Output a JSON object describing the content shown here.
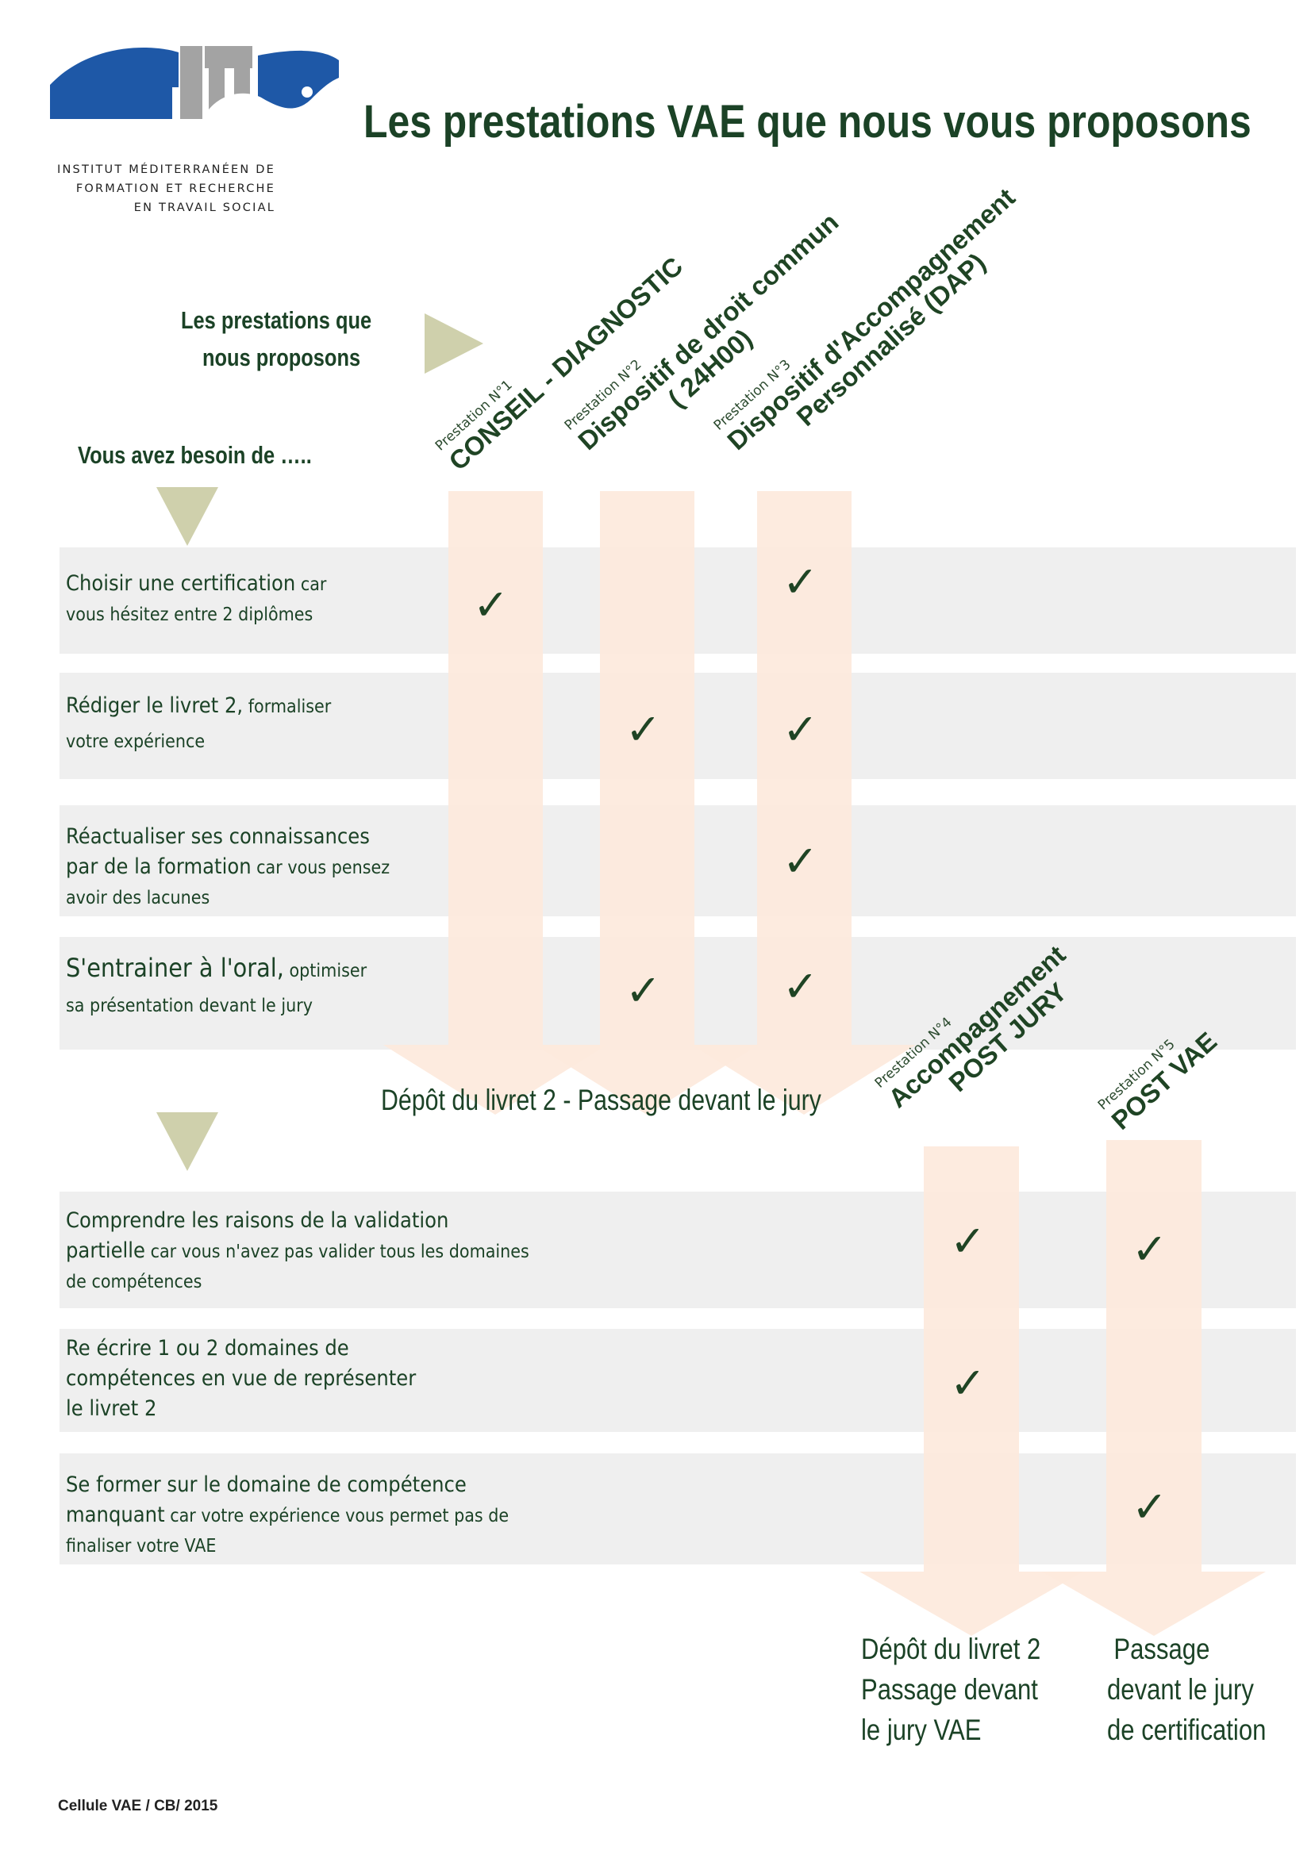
{
  "logo": {
    "text_lines": [
      "INSTITUT MÉDITERRANÉEN DE",
      "FORMATION ET RECHERCHE",
      "EN TRAVAIL SOCIAL"
    ]
  },
  "header": {
    "title": "Les prestations VAE que nous vous proposons"
  },
  "intro": {
    "line1": "Les prestations que",
    "line2": "nous proposons",
    "need": "Vous avez besoin de ….."
  },
  "columns": [
    {
      "label": "Prestation N°1",
      "name_lines": [
        "CONSEIL - DIAGNOSTIC"
      ]
    },
    {
      "label": "Prestation N°2",
      "name_lines": [
        "Dispositif de droit commun",
        "( 24H00)"
      ]
    },
    {
      "label": "Prestation N°3",
      "name_lines": [
        "Dispositif d'Accompagnement",
        "Personnalisé (DAP)"
      ]
    },
    {
      "label": "Prestation N°4",
      "name_lines": [
        "Accompagnement",
        "POST JURY"
      ]
    },
    {
      "label": "Prestation N°5",
      "name_lines": [
        "POST VAE"
      ]
    }
  ],
  "rows_top": [
    {
      "line1": "Choisir une certification",
      "line1_small": " car",
      "line2": "vous hésitez entre 2 diplômes"
    },
    {
      "line1": "Rédiger le livret 2,",
      "line1_small": " formaliser",
      "line2": "votre expérience"
    },
    {
      "line1": "Réactualiser ses connaissances",
      "line2": "par de la formation",
      "line2_small": " car vous pensez",
      "line3": "avoir des lacunes"
    },
    {
      "line1": "S'entrainer à l'oral,",
      "line1_small": " optimiser",
      "line2": "sa présentation devant le jury"
    }
  ],
  "middle_label": "Dépôt du livret 2 -  Passage devant le jury",
  "rows_bottom": [
    {
      "line1": "Comprendre les raisons de la validation",
      "line2": "partielle",
      "line2_small": " car vous n'avez pas valider tous les domaines",
      "line3": "de compétences"
    },
    {
      "line1": "Re écrire 1 ou 2 domaines de",
      "line2": "compétences en vue de représenter",
      "line3": "le livret 2"
    },
    {
      "line1": "Se former sur le domaine de compétence",
      "line2": "manquant",
      "line2_small": " car votre expérience vous permet pas de",
      "line3": "finaliser votre VAE"
    }
  ],
  "check_symbol": "✓",
  "checks": {
    "top": [
      [
        true,
        false,
        true
      ],
      [
        false,
        true,
        true
      ],
      [
        false,
        false,
        true
      ],
      [
        false,
        true,
        true
      ]
    ],
    "bottom": [
      [
        true,
        true
      ],
      [
        true,
        false
      ],
      [
        false,
        true
      ]
    ]
  },
  "bottom_labels": {
    "left": [
      "Dépôt du livret 2",
      "Passage devant",
      "le jury VAE"
    ],
    "right": [
      "Passage",
      "devant le jury",
      "de certification"
    ]
  },
  "footer": "Cellule VAE / CB/ 2015",
  "colors": {
    "title_green": "#1b4226",
    "logo_blue": "#1e58a7",
    "logo_grey": "#a3a3a3",
    "arrow_fill": "#fde9dc",
    "row_bg": "#efefef",
    "triangle": "#cfd0ac"
  }
}
